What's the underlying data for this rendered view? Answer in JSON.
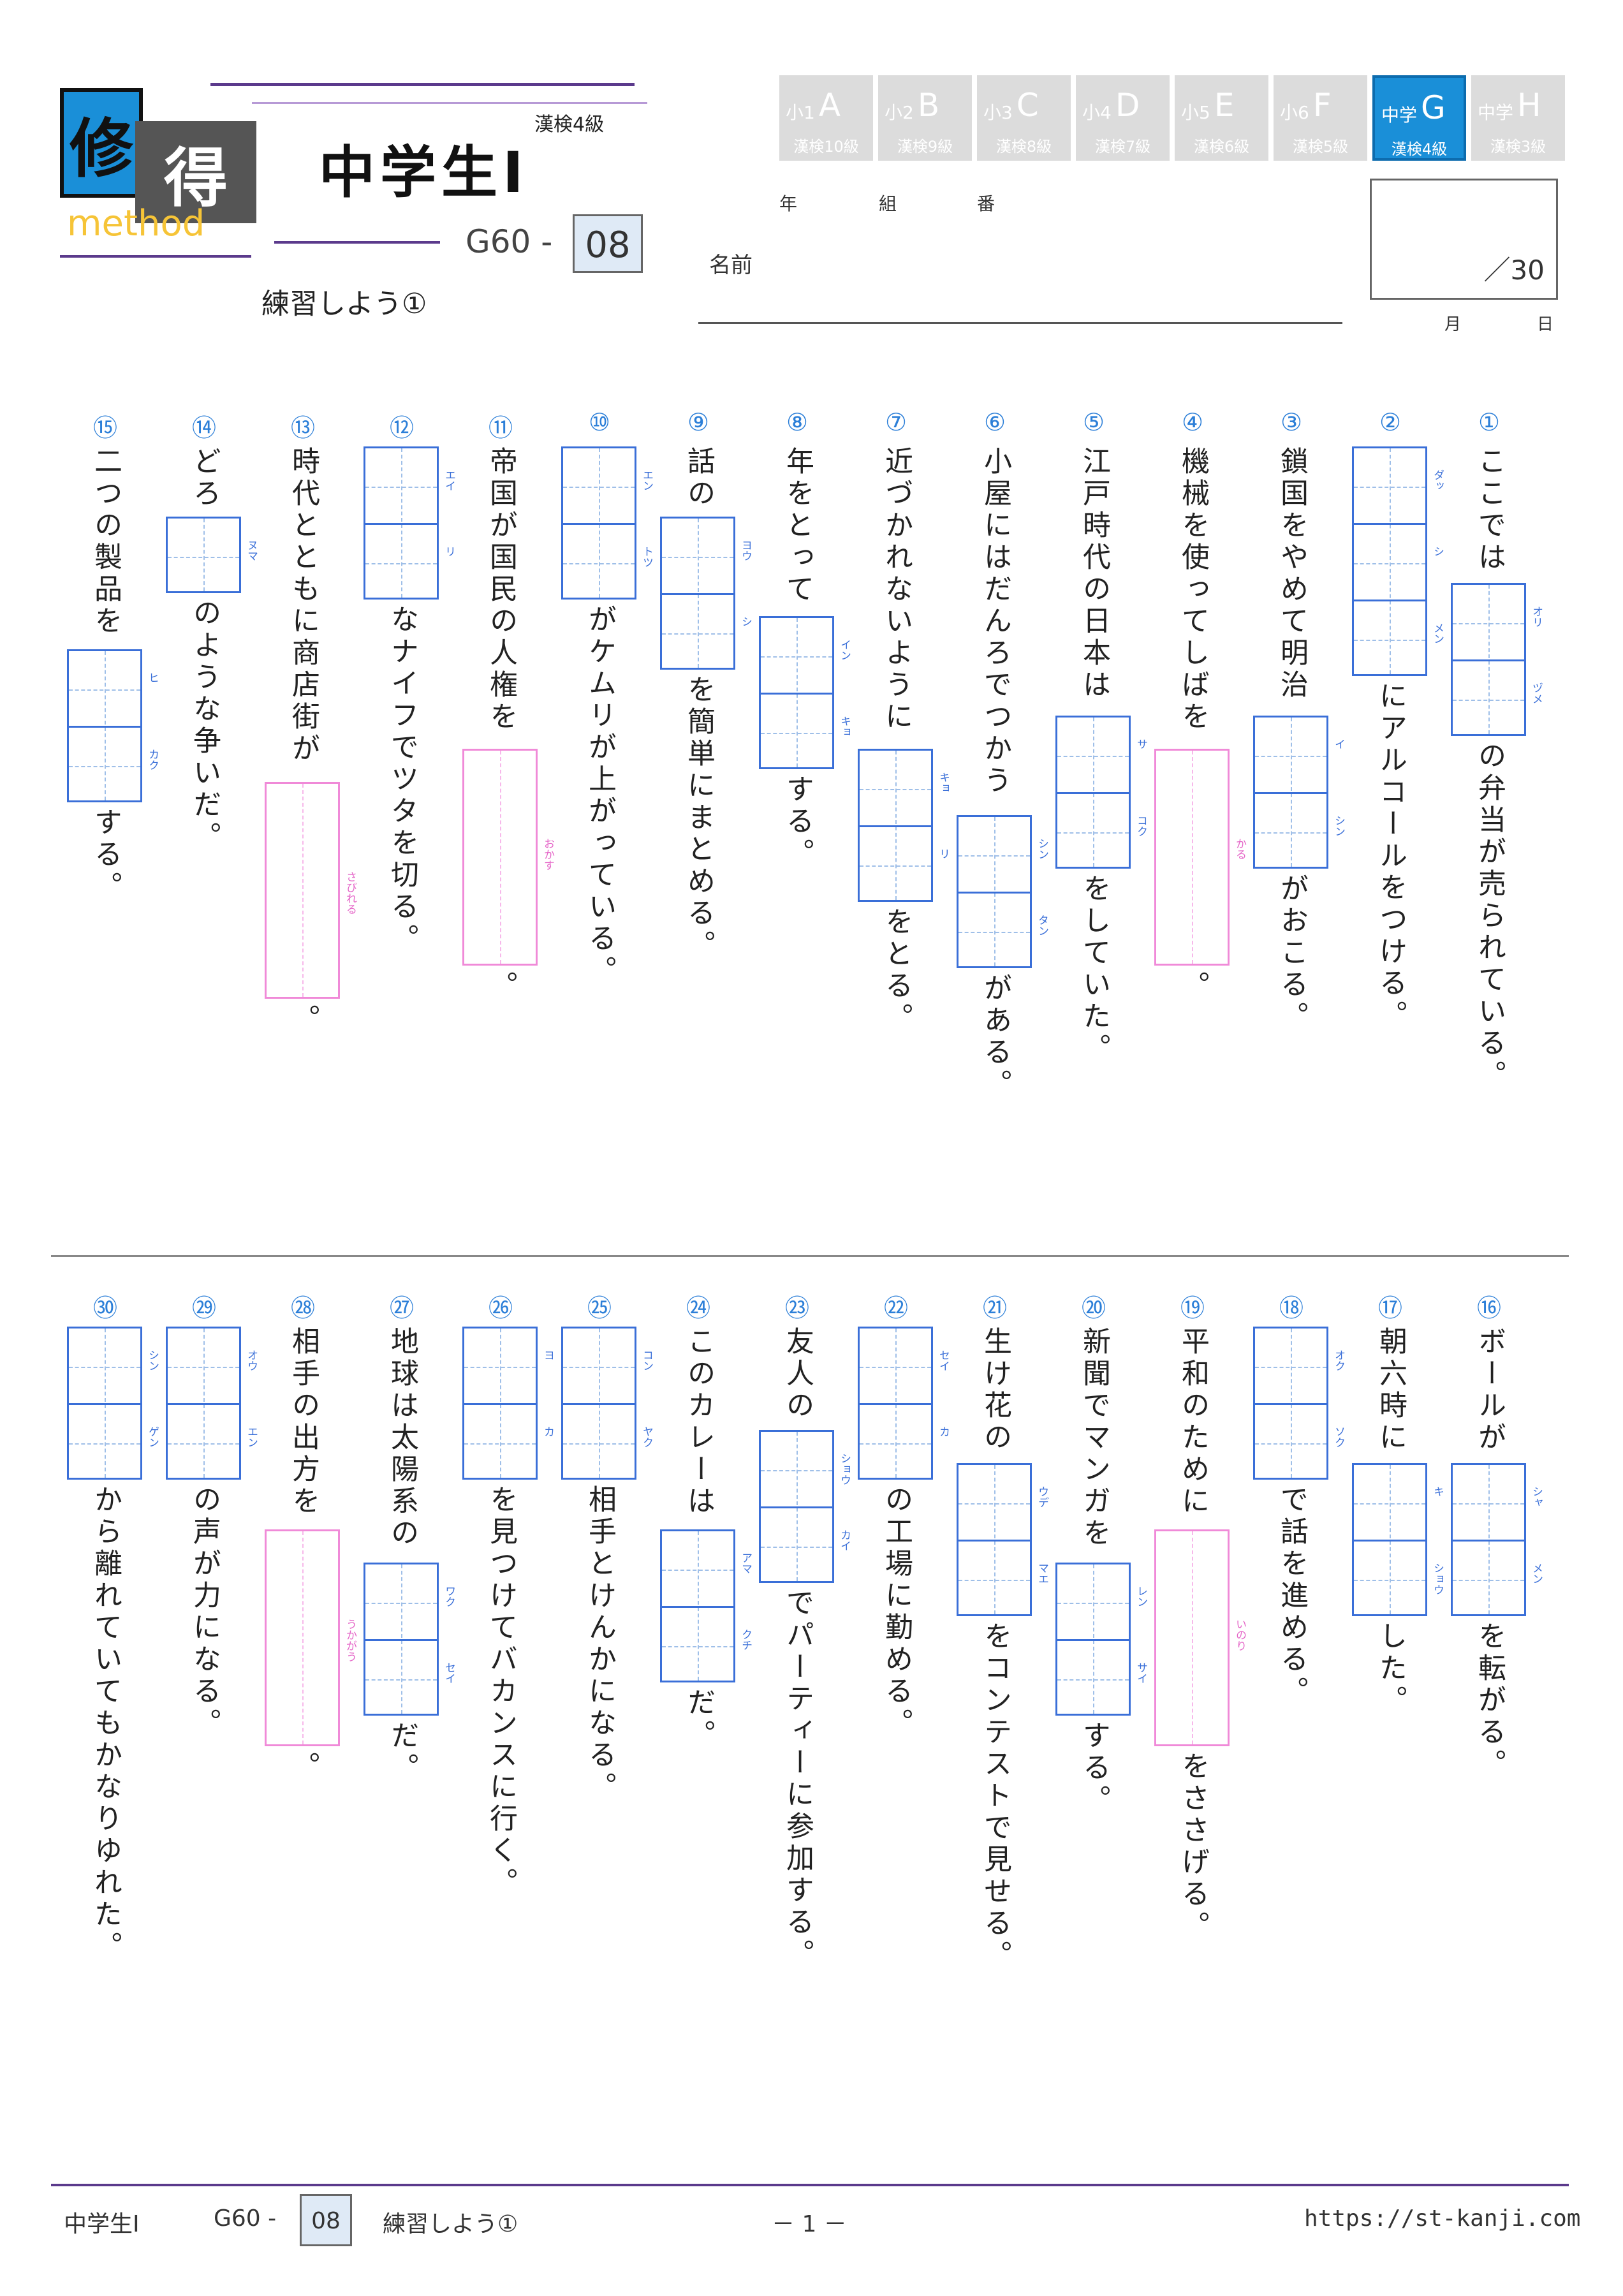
{
  "header": {
    "logo": {
      "char1": "修",
      "char2": "得",
      "sub": "method"
    },
    "title": "中学生Ⅰ",
    "level": "漢検4級",
    "code_prefix": "G60 -",
    "code_number": "08",
    "subtitle": "練習しよう①",
    "grade_tabs": [
      {
        "top": "小1",
        "letter": "A",
        "bottom": "漢検10級",
        "active": false
      },
      {
        "top": "小2",
        "letter": "B",
        "bottom": "漢検9級",
        "active": false
      },
      {
        "top": "小3",
        "letter": "C",
        "bottom": "漢検8級",
        "active": false
      },
      {
        "top": "小4",
        "letter": "D",
        "bottom": "漢検7級",
        "active": false
      },
      {
        "top": "小5",
        "letter": "E",
        "bottom": "漢検6級",
        "active": false
      },
      {
        "top": "小6",
        "letter": "F",
        "bottom": "漢検5級",
        "active": false
      },
      {
        "top": "中学",
        "letter": "G",
        "bottom": "漢検4級",
        "active": true
      },
      {
        "top": "中学",
        "letter": "H",
        "bottom": "漢検3級",
        "active": false
      }
    ],
    "labels": {
      "year": "年",
      "class": "組",
      "number": "番",
      "name": "名前",
      "month": "月",
      "day": "日"
    },
    "score_total": "／30"
  },
  "questions": [
    {
      "num": "①",
      "parts": [
        "ここでは",
        {
          "box": 2,
          "ruby": [
            "オリ",
            "ヅメ"
          ]
        },
        "の弁当が売られている。"
      ]
    },
    {
      "num": "②",
      "parts": [
        {
          "box": 3,
          "ruby": [
            "ダッ",
            "シ",
            "メン"
          ]
        },
        "にアルコールをつける。"
      ]
    },
    {
      "num": "③",
      "parts": [
        "鎖国をやめて明治",
        {
          "box": 2,
          "ruby": [
            "イ",
            "シン"
          ]
        },
        "がおこる。"
      ]
    },
    {
      "num": "④",
      "parts": [
        "機械を使ってしばを",
        {
          "pink": true,
          "ruby": [
            "かる"
          ]
        },
        "。"
      ]
    },
    {
      "num": "⑤",
      "parts": [
        "江戸時代の日本は",
        {
          "box": 2,
          "ruby": [
            "サ",
            "コク"
          ]
        },
        "をしていた。"
      ]
    },
    {
      "num": "⑥",
      "parts": [
        "小屋にはだんろでつかう",
        {
          "box": 2,
          "ruby": [
            "シン",
            "タン"
          ]
        },
        "がある。"
      ]
    },
    {
      "num": "⑦",
      "parts": [
        "近づかれないように",
        {
          "box": 2,
          "ruby": [
            "キョ",
            "リ"
          ]
        },
        "をとる。"
      ]
    },
    {
      "num": "⑧",
      "parts": [
        "年をとって",
        {
          "box": 2,
          "ruby": [
            "イン",
            "キョ"
          ]
        },
        "する。"
      ]
    },
    {
      "num": "⑨",
      "parts": [
        "話の",
        {
          "box": 2,
          "ruby": [
            "ヨウ",
            "シ"
          ]
        },
        "を簡単にまとめる。"
      ]
    },
    {
      "num": "⑩",
      "parts": [
        {
          "box": 2,
          "ruby": [
            "エン",
            "トツ"
          ]
        },
        "がケムリが上がっている。"
      ]
    },
    {
      "num": "⑪",
      "parts": [
        "帝国が国民の人権を",
        {
          "pink": true,
          "ruby": [
            "おかす"
          ]
        },
        "。"
      ]
    },
    {
      "num": "⑫",
      "parts": [
        {
          "box": 2,
          "ruby": [
            "エイ",
            "リ"
          ]
        },
        "なナイフでツタを切る。"
      ]
    },
    {
      "num": "⑬",
      "parts": [
        "時代とともに商店街が",
        {
          "pink": true,
          "ruby": [
            "さびれる"
          ]
        },
        "。"
      ]
    },
    {
      "num": "⑭",
      "parts": [
        "どろ",
        {
          "box": 1,
          "ruby": [
            "ヌマ"
          ]
        },
        "のような争いだ。"
      ]
    },
    {
      "num": "⑮",
      "parts": [
        "二つの製品を",
        {
          "box": 2,
          "ruby": [
            "ヒ",
            "カク"
          ]
        },
        "する。"
      ]
    },
    {
      "num": "⑯",
      "parts": [
        "ボールが",
        {
          "box": 2,
          "ruby": [
            "シャ",
            "メン"
          ]
        },
        "を転がる。"
      ]
    },
    {
      "num": "⑰",
      "parts": [
        "朝六時に",
        {
          "box": 2,
          "ruby": [
            "キ",
            "ショウ"
          ]
        },
        "した。"
      ]
    },
    {
      "num": "⑱",
      "parts": [
        {
          "box": 2,
          "ruby": [
            "オク",
            "ソク"
          ]
        },
        "で話を進める。"
      ]
    },
    {
      "num": "⑲",
      "parts": [
        "平和のために",
        {
          "pink": true,
          "ruby": [
            "いのり"
          ]
        },
        "をささげる。"
      ]
    },
    {
      "num": "⑳",
      "parts": [
        "新聞でマンガを",
        {
          "box": 2,
          "ruby": [
            "レン",
            "サイ"
          ]
        },
        "する。"
      ]
    },
    {
      "num": "㉑",
      "parts": [
        "生け花の",
        {
          "box": 2,
          "ruby": [
            "ウデ",
            "マエ"
          ]
        },
        "をコンテストで見せる。"
      ]
    },
    {
      "num": "㉒",
      "parts": [
        {
          "box": 2,
          "ruby": [
            "セイ",
            "カ"
          ]
        },
        "の工場に勤める。"
      ]
    },
    {
      "num": "㉓",
      "parts": [
        "友人の",
        {
          "box": 2,
          "ruby": [
            "ショウ",
            "カイ"
          ]
        },
        "でパーティーに参加する。"
      ]
    },
    {
      "num": "㉔",
      "parts": [
        "このカレーは",
        {
          "box": 2,
          "ruby": [
            "アマ",
            "クチ"
          ]
        },
        "だ。"
      ]
    },
    {
      "num": "㉕",
      "parts": [
        {
          "box": 2,
          "ruby": [
            "コン",
            "ヤク"
          ]
        },
        "相手とけんかになる。"
      ]
    },
    {
      "num": "㉖",
      "parts": [
        {
          "box": 2,
          "ruby": [
            "ヨ",
            "カ"
          ]
        },
        "を見つけてバカンスに行く。"
      ]
    },
    {
      "num": "㉗",
      "parts": [
        "地球は太陽系の",
        {
          "box": 2,
          "ruby": [
            "ワク",
            "セイ"
          ]
        },
        "だ。"
      ]
    },
    {
      "num": "㉘",
      "parts": [
        "相手の出方を",
        {
          "pink": true,
          "ruby": [
            "うかがう"
          ]
        },
        "。"
      ]
    },
    {
      "num": "㉙",
      "parts": [
        {
          "box": 2,
          "ruby": [
            "オウ",
            "エン"
          ]
        },
        "の声が力になる。"
      ]
    },
    {
      "num": "㉚",
      "parts": [
        {
          "box": 2,
          "ruby": [
            "シン",
            "ゲン"
          ]
        },
        "から離れていてもかなりゆれた。"
      ]
    }
  ],
  "footer": {
    "title": "中学生Ⅰ",
    "code_prefix": "G60 -",
    "code_number": "08",
    "subtitle": "練習しよう①",
    "page": "－ 1 －",
    "url": "https://st-kanji.com"
  }
}
